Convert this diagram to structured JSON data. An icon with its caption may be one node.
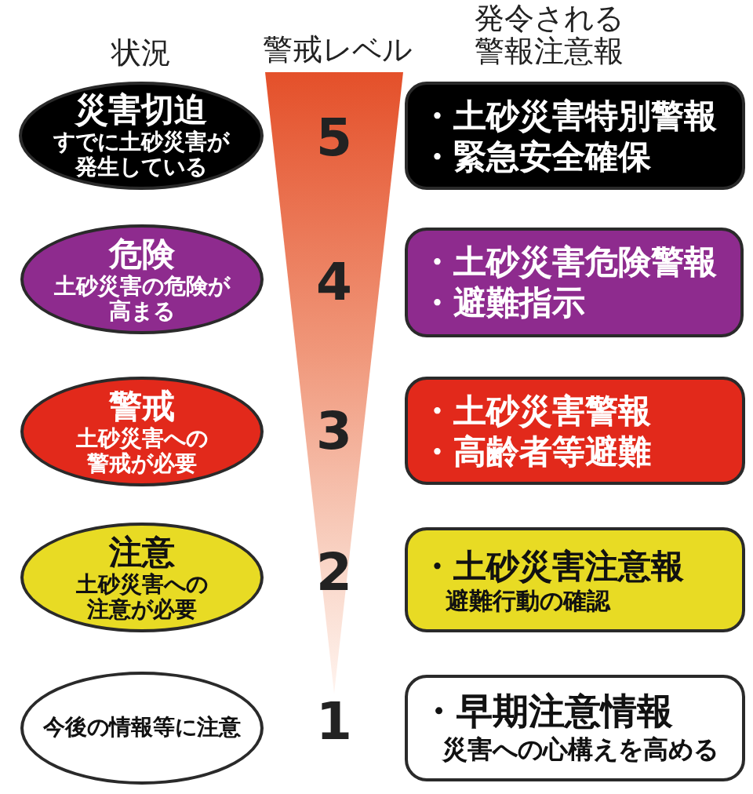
{
  "diagram": {
    "nodes": [
      {
        "text": [
          "災害切迫",
          "すでに土砂災害が発生している"
        ]
      },
      {
        "text": [
          "5",
          "4",
          "3",
          "2",
          "1"
        ]
      },
      {
        "text": [
          "・土砂災害特別警報",
          "・緊急安全確保"
        ]
      },
      {
        "text": [
          "危険",
          "土砂災害の危険が高まる"
        ]
      },
      {
        "text": [
          "・土砂災害危険警報",
          "・避難指示"
        ]
      },
      {
        "text": [
          "警戒",
          "土砂災害への警戒が必要"
        ]
      },
      {
        "text": [
          "・土砂災害警報",
          "・高齢者等避難"
        ]
      },
      {
        "text": [
          "注意",
          "土砂災害への注意が必要"
        ]
      },
      {
        "text": [
          "・土砂災害注意報",
          "避難行動の確認"
        ]
      },
      {
        "text": [
          "今後の情報等に注意"
        ]
      },
      {
        "text": [
          "・早期注意情報",
          "災害への心構えを高める"
        ]
      }
    ],
    "labels": [
      "状況",
      "警戒レベル",
      "発令される警報注意報"
    ]
  }
}
